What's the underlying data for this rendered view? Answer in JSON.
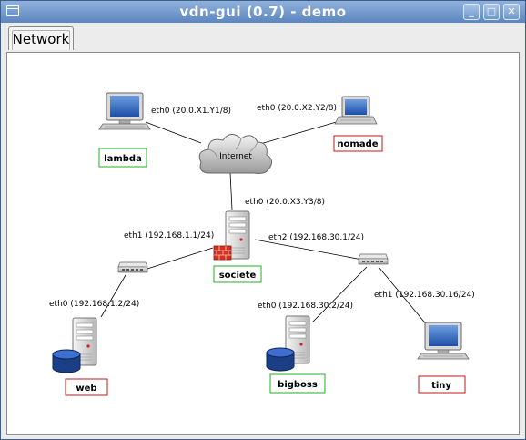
{
  "window": {
    "title": "vdn-gui (0.7) - demo",
    "buttons": {
      "minimize": "_",
      "maximize": "□",
      "close": "✕"
    }
  },
  "tabs": [
    {
      "label": "Network",
      "active": true
    }
  ],
  "network": {
    "cloud_label": "Internet",
    "nodes": {
      "lambda": {
        "name": "lambda",
        "status": "up"
      },
      "nomade": {
        "name": "nomade",
        "status": "down"
      },
      "societe": {
        "name": "societe",
        "status": "up"
      },
      "web": {
        "name": "web",
        "status": "down"
      },
      "bigboss": {
        "name": "bigboss",
        "status": "up"
      },
      "tiny": {
        "name": "tiny",
        "status": "down"
      }
    },
    "interfaces": {
      "lambda_eth0": "eth0 (20.0.X1.Y1/8)",
      "nomade_eth0": "eth0 (20.0.X2.Y2/8)",
      "societe_eth0": "eth0 (20.0.X3.Y3/8)",
      "societe_eth1": "eth1 (192.168.1.1/24)",
      "societe_eth2": "eth2 (192.168.30.1/24)",
      "web_eth0": "eth0 (192.168.1.2/24)",
      "bigboss_eth0": "eth0 (192.168.30.2/24)",
      "tiny_eth1": "eth1 (192.168.30.16/24)"
    },
    "colors": {
      "up": "#22b022",
      "down": "#c01818"
    }
  }
}
